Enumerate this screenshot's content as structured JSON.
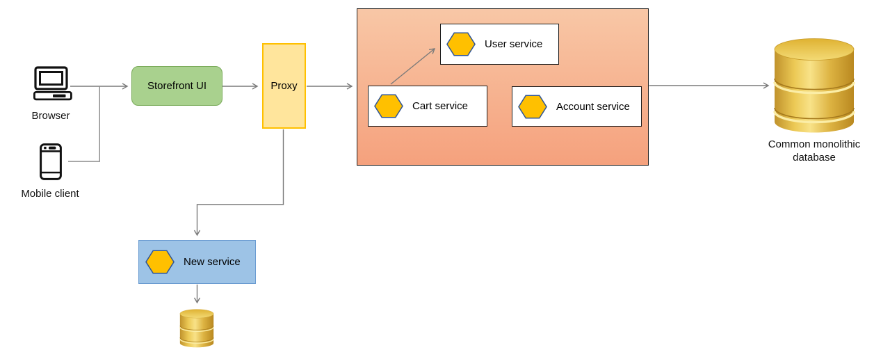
{
  "nodes": {
    "browser": {
      "label": "Browser"
    },
    "mobile_client": {
      "label": "Mobile client"
    },
    "storefront_ui": {
      "label": "Storefront UI"
    },
    "proxy": {
      "label": "Proxy"
    },
    "cart_service": {
      "label": "Cart service"
    },
    "user_service": {
      "label": "User service"
    },
    "account_service": {
      "label": "Account service"
    },
    "new_service": {
      "label": "New service"
    },
    "monolithic_database": {
      "label_line1": "Common monolithic",
      "label_line2": "database"
    }
  },
  "icons": {
    "browser": "desktop-computer-icon",
    "mobile_client": "smartphone-icon",
    "service_marker": "hexagon-icon",
    "database": "database-cylinder-icon"
  },
  "edges": [
    {
      "from": "browser",
      "to": "storefront_ui",
      "arrow": true
    },
    {
      "from": "mobile_client",
      "to": "storefront_ui",
      "arrow": false
    },
    {
      "from": "storefront_ui",
      "to": "proxy",
      "arrow": true
    },
    {
      "from": "proxy",
      "to": "monolith_group",
      "arrow": true
    },
    {
      "from": "cart_service",
      "to": "user_service",
      "arrow": true
    },
    {
      "from": "monolith_group",
      "to": "monolithic_database",
      "arrow": true
    },
    {
      "from": "proxy",
      "to": "new_service",
      "arrow": true
    },
    {
      "from": "new_service",
      "to": "new_service_database",
      "arrow": true
    }
  ],
  "colors": {
    "storefront_fill": "#a9d18e",
    "storefront_border": "#79aa59",
    "proxy_fill": "#ffe59c",
    "proxy_border": "#ffc000",
    "monolith_fill_top": "#f8c7a6",
    "monolith_fill_bottom": "#f5a17d",
    "monolith_border": "#1f1f1f",
    "service_box_fill": "#ffffff",
    "hexagon_fill": "#ffc000",
    "hexagon_border": "#2f5597",
    "new_service_fill": "#9dc3e6",
    "new_service_border": "#6a9bd1",
    "connector": "#7a7a7a",
    "database_gold": "#e3bc46"
  }
}
